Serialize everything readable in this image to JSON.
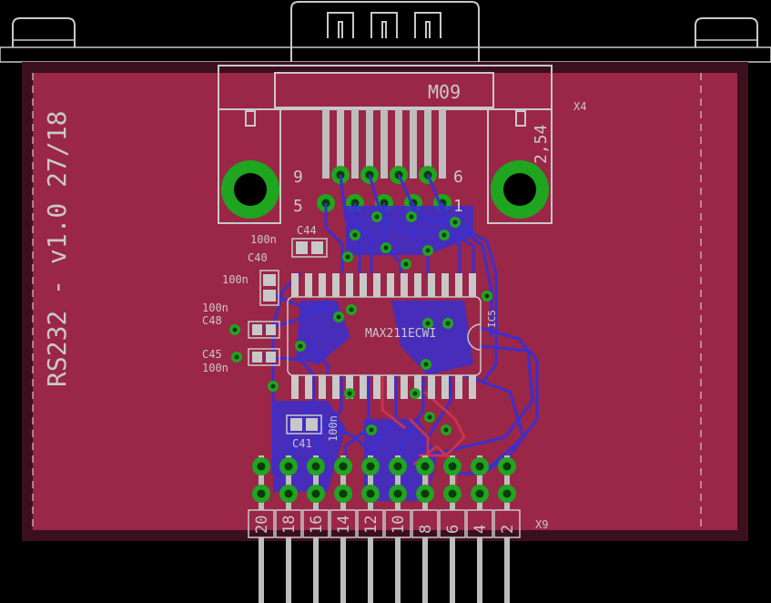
{
  "board": {
    "title": "RS232 - v1.0 27/18",
    "colors": {
      "background": "#000000",
      "copper": "#9a2648",
      "bottom_layer": "#3a2fd0",
      "silkscreen": "#c8c8c8",
      "via": "#1fa51f",
      "top_trace": "#c8344a"
    }
  },
  "connector_db9": {
    "name": "M09",
    "ref": "X4",
    "pitch_label": "2,54",
    "pin_labels": {
      "top_left": "9",
      "top_right": "6",
      "bottom_left": "5",
      "bottom_right": "1"
    }
  },
  "ic": {
    "ref": "IC5",
    "part": "MAX211ECWI"
  },
  "capacitors": [
    {
      "ref": "C44",
      "value": "100n"
    },
    {
      "ref": "C40",
      "value": "100n"
    },
    {
      "ref": "C48",
      "value": "100n"
    },
    {
      "ref": "C45",
      "value": "100n"
    },
    {
      "ref": "C41",
      "value": "100n"
    }
  ],
  "header": {
    "ref": "X9",
    "pin_numbers": [
      "20",
      "18",
      "16",
      "14",
      "12",
      "10",
      "8",
      "6",
      "4",
      "2"
    ]
  }
}
